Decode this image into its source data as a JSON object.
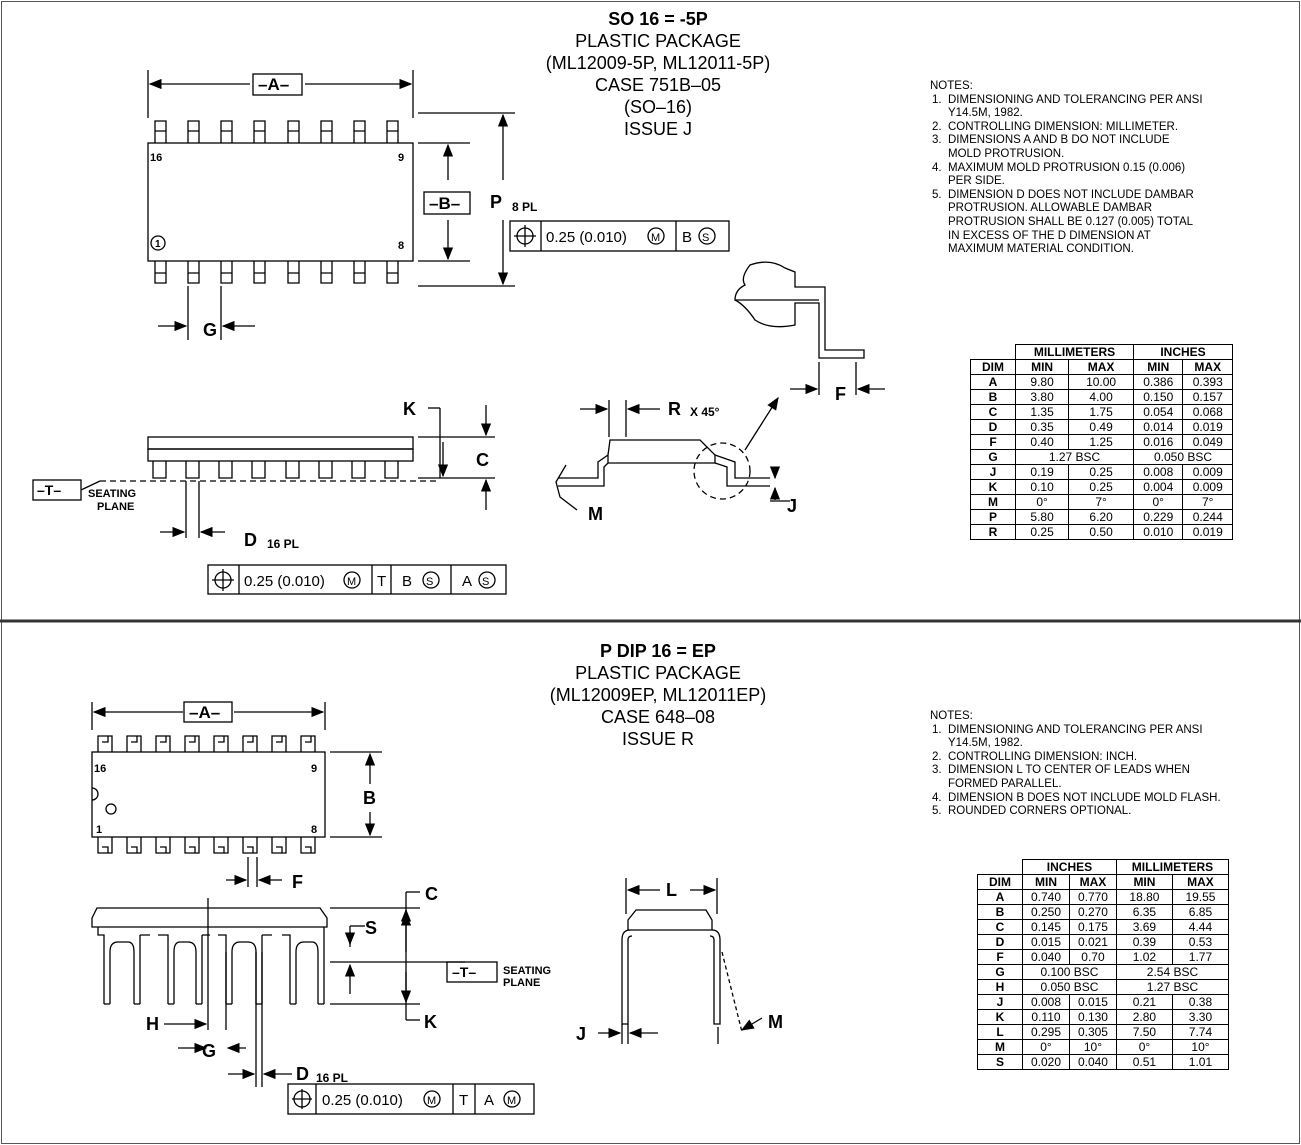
{
  "so16": {
    "title": [
      "SO 16 = -5P",
      "PLASTIC PACKAGE",
      "(ML12009-5P, ML12011-5P)",
      "CASE 751B–05",
      "(SO–16)",
      "ISSUE J"
    ],
    "labels": {
      "A": "–A–",
      "B": "–B–",
      "P": "P",
      "P_sub": "8 PL",
      "G": "G",
      "K": "K",
      "C": "C",
      "T": "–T–",
      "seating1": "SEATING",
      "seating2": "PLANE",
      "D": "D",
      "D_sub": "16 PL",
      "R": "R",
      "R_sub": "X 45°",
      "M": "M",
      "J": "J",
      "F": "F",
      "pin16": "16",
      "pin9": "9",
      "pin1": "1",
      "pin8": "8"
    },
    "fcf_top": {
      "value": "0.25 (0.010)",
      "mod1": "M",
      "ref": "B",
      "mod2": "S"
    },
    "fcf_bottom": {
      "value": "0.25 (0.010)",
      "mod1": "M",
      "ref1": "T",
      "ref2": "B",
      "mod2": "S",
      "ref3": "A",
      "mod3": "S"
    },
    "notes_heading": "NOTES:",
    "notes": [
      {
        "n": "1.",
        "lines": [
          "DIMENSIONING AND TOLERANCING PER ANSI",
          "Y14.5M, 1982."
        ]
      },
      {
        "n": "2.",
        "lines": [
          "CONTROLLING DIMENSION: MILLIMETER."
        ]
      },
      {
        "n": "3.",
        "lines": [
          "DIMENSIONS A AND B DO NOT INCLUDE",
          "MOLD PROTRUSION."
        ]
      },
      {
        "n": "4.",
        "lines": [
          "MAXIMUM MOLD PROTRUSION 0.15 (0.006)",
          "PER SIDE."
        ]
      },
      {
        "n": "5.",
        "lines": [
          "DIMENSION D DOES NOT INCLUDE DAMBAR",
          "PROTRUSION.  ALLOWABLE DAMBAR",
          "PROTRUSION SHALL BE 0.127 (0.005) TOTAL",
          "IN EXCESS OF THE D DIMENSION AT",
          "MAXIMUM MATERIAL CONDITION."
        ]
      }
    ],
    "table": {
      "group1": "MILLIMETERS",
      "group2": "INCHES",
      "cols": [
        "DIM",
        "MIN",
        "MAX",
        "MIN",
        "MAX"
      ],
      "rows": [
        [
          "A",
          "9.80",
          "10.00",
          "0.386",
          "0.393"
        ],
        [
          "B",
          "3.80",
          "4.00",
          "0.150",
          "0.157"
        ],
        [
          "C",
          "1.35",
          "1.75",
          "0.054",
          "0.068"
        ],
        [
          "D",
          "0.35",
          "0.49",
          "0.014",
          "0.019"
        ],
        [
          "F",
          "0.40",
          "1.25",
          "0.016",
          "0.049"
        ],
        [
          "G",
          "1.27 BSC",
          "",
          "0.050 BSC",
          ""
        ],
        [
          "J",
          "0.19",
          "0.25",
          "0.008",
          "0.009"
        ],
        [
          "K",
          "0.10",
          "0.25",
          "0.004",
          "0.009"
        ],
        [
          "M",
          "0°",
          "7°",
          "0°",
          "7°"
        ],
        [
          "P",
          "5.80",
          "6.20",
          "0.229",
          "0.244"
        ],
        [
          "R",
          "0.25",
          "0.50",
          "0.010",
          "0.019"
        ]
      ]
    }
  },
  "pdip16": {
    "title": [
      "P DIP 16 = EP",
      "PLASTIC PACKAGE",
      "(ML12009EP, ML12011EP)",
      "CASE 648–08",
      "ISSUE R"
    ],
    "labels": {
      "A": "–A–",
      "B": "B",
      "F": "F",
      "C": "C",
      "S": "S",
      "T": "–T–",
      "seating1": "SEATING",
      "seating2": "PLANE",
      "K": "K",
      "H": "H",
      "G": "G",
      "D": "D",
      "D_sub": "16  PL",
      "L": "L",
      "J": "J",
      "M": "M",
      "pin16": "16",
      "pin9": "9",
      "pin1": "1",
      "pin8": "8"
    },
    "fcf": {
      "value": "0.25 (0.010)",
      "mod1": "M",
      "ref1": "T",
      "ref2": "A",
      "mod2": "M"
    },
    "notes_heading": "NOTES:",
    "notes": [
      {
        "n": "1.",
        "lines": [
          "DIMENSIONING AND TOLERANCING PER ANSI",
          "Y14.5M, 1982."
        ]
      },
      {
        "n": "2.",
        "lines": [
          "CONTROLLING DIMENSION: INCH."
        ]
      },
      {
        "n": "3.",
        "lines": [
          "DIMENSION L TO CENTER OF LEADS WHEN",
          "FORMED PARALLEL."
        ]
      },
      {
        "n": "4.",
        "lines": [
          "DIMENSION B DOES NOT INCLUDE MOLD FLASH."
        ]
      },
      {
        "n": "5.",
        "lines": [
          "ROUNDED CORNERS OPTIONAL."
        ]
      }
    ],
    "table": {
      "group1": "INCHES",
      "group2": "MILLIMETERS",
      "cols": [
        "DIM",
        "MIN",
        "MAX",
        "MIN",
        "MAX"
      ],
      "rows": [
        [
          "A",
          "0.740",
          "0.770",
          "18.80",
          "19.55"
        ],
        [
          "B",
          "0.250",
          "0.270",
          "6.35",
          "6.85"
        ],
        [
          "C",
          "0.145",
          "0.175",
          "3.69",
          "4.44"
        ],
        [
          "D",
          "0.015",
          "0.021",
          "0.39",
          "0.53"
        ],
        [
          "F",
          "0.040",
          "0.70",
          "1.02",
          "1.77"
        ],
        [
          "G",
          "0.100 BSC",
          "",
          "2.54 BSC",
          ""
        ],
        [
          "H",
          "0.050 BSC",
          "",
          "1.27 BSC",
          ""
        ],
        [
          "J",
          "0.008",
          "0.015",
          "0.21",
          "0.38"
        ],
        [
          "K",
          "0.110",
          "0.130",
          "2.80",
          "3.30"
        ],
        [
          "L",
          "0.295",
          "0.305",
          "7.50",
          "7.74"
        ],
        [
          "M",
          "0°",
          "10°",
          "0°",
          "10°"
        ],
        [
          "S",
          "0.020",
          "0.040",
          "0.51",
          "1.01"
        ]
      ]
    }
  }
}
